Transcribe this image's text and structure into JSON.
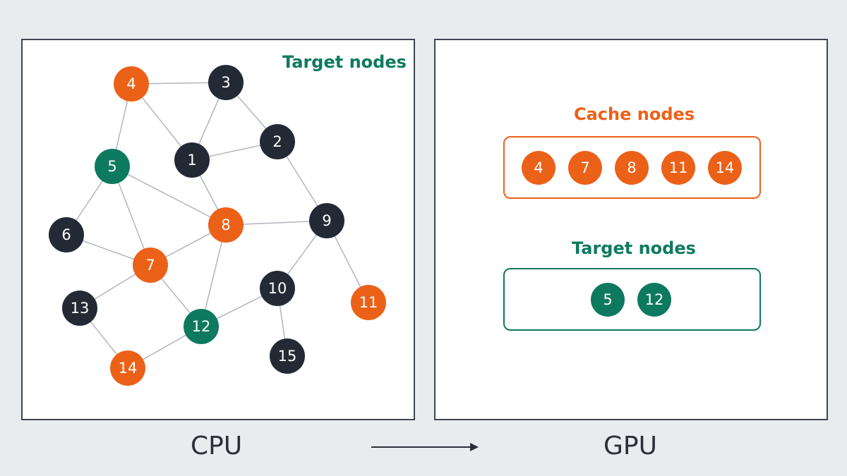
{
  "colors": {
    "cache": "#ec6118",
    "target": "#0d7a5f",
    "other": "#232a36",
    "edge": "#b5bac0",
    "panel_border": "#3f4650",
    "background": "#e9ecee"
  },
  "cpu": {
    "label": "CPU",
    "legend": "Target nodes",
    "graph": {
      "nodes": [
        {
          "id": "4",
          "group": "cache"
        },
        {
          "id": "3",
          "group": "other"
        },
        {
          "id": "2",
          "group": "other"
        },
        {
          "id": "1",
          "group": "other"
        },
        {
          "id": "5",
          "group": "target"
        },
        {
          "id": "8",
          "group": "cache"
        },
        {
          "id": "9",
          "group": "other"
        },
        {
          "id": "6",
          "group": "other"
        },
        {
          "id": "7",
          "group": "cache"
        },
        {
          "id": "10",
          "group": "other"
        },
        {
          "id": "11",
          "group": "cache"
        },
        {
          "id": "13",
          "group": "other"
        },
        {
          "id": "12",
          "group": "target"
        },
        {
          "id": "14",
          "group": "cache"
        },
        {
          "id": "15",
          "group": "other"
        }
      ],
      "edges": [
        [
          "4",
          "3"
        ],
        [
          "4",
          "1"
        ],
        [
          "4",
          "5"
        ],
        [
          "3",
          "1"
        ],
        [
          "3",
          "2"
        ],
        [
          "1",
          "2"
        ],
        [
          "1",
          "8"
        ],
        [
          "2",
          "9"
        ],
        [
          "5",
          "8"
        ],
        [
          "5",
          "6"
        ],
        [
          "5",
          "7"
        ],
        [
          "8",
          "9"
        ],
        [
          "8",
          "7"
        ],
        [
          "8",
          "12"
        ],
        [
          "9",
          "10"
        ],
        [
          "9",
          "11"
        ],
        [
          "6",
          "7"
        ],
        [
          "7",
          "13"
        ],
        [
          "7",
          "12"
        ],
        [
          "10",
          "12"
        ],
        [
          "10",
          "15"
        ],
        [
          "13",
          "14"
        ],
        [
          "14",
          "12"
        ]
      ]
    }
  },
  "gpu": {
    "label": "GPU",
    "cache_title": "Cache nodes",
    "cache_nodes": [
      "4",
      "7",
      "8",
      "11",
      "14"
    ],
    "target_title": "Target nodes",
    "target_nodes": [
      "5",
      "12"
    ]
  }
}
